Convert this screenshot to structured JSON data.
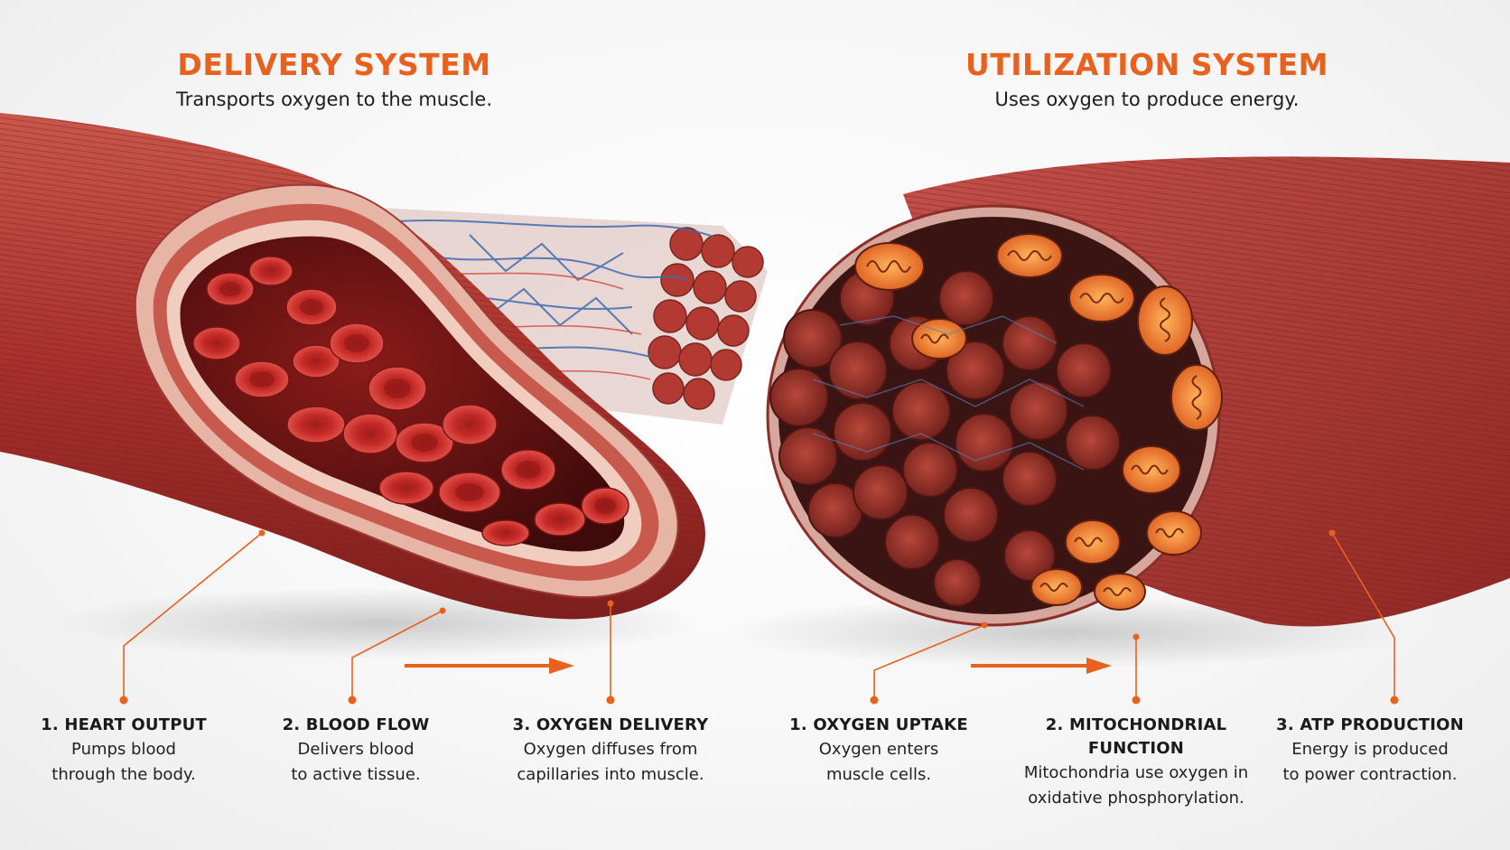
{
  "colors": {
    "accent": "#e8611e",
    "vessel": "#b53a34",
    "blood_cell": "#c42a26",
    "vein": "#3e6bb0",
    "mitochondria": "#f28a2a"
  },
  "delivery": {
    "title": "DELIVERY SYSTEM",
    "subtitle": "Transports oxygen to the muscle.",
    "steps": [
      {
        "title": "1. HEART OUTPUT",
        "description": "Pumps blood\nthrough the body."
      },
      {
        "title": "2. BLOOD FLOW",
        "description": "Delivers blood\nto active tissue."
      },
      {
        "title": "3. OXYGEN DELIVERY",
        "description": "Oxygen diffuses from\ncapillaries into muscle."
      }
    ]
  },
  "utilization": {
    "title": "UTILIZATION SYSTEM",
    "subtitle": "Uses oxygen to produce energy.",
    "steps": [
      {
        "title": "1. OXYGEN UPTAKE",
        "description": "Oxygen enters\nmuscle cells."
      },
      {
        "title": "2. MITOCHONDRIAL FUNCTION",
        "description": "Mitochondria use oxygen in\noxidative phosphorylation."
      },
      {
        "title": "3. ATP PRODUCTION",
        "description": "Energy is produced\nto power contraction."
      }
    ]
  }
}
